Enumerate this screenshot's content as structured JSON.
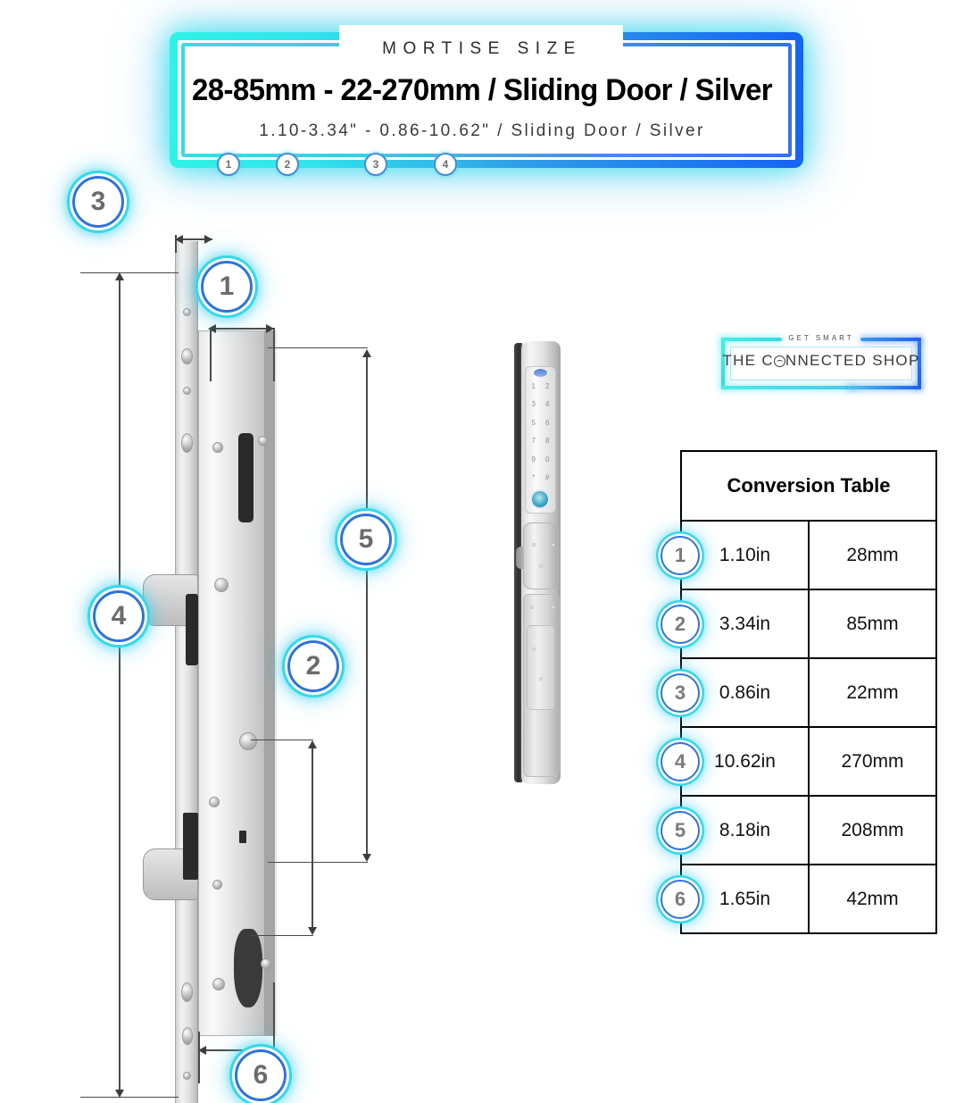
{
  "header": {
    "eyebrow": "MORTISE SIZE",
    "title": "28-85mm - 22-270mm / Sliding Door / Silver",
    "subtitle": "1.10-3.34\" - 0.86-10.62\" / Sliding Door / Silver",
    "badges": [
      "1",
      "2",
      "3",
      "4"
    ],
    "accent_cyan": "#2ff3e6",
    "accent_blue": "#1563f4"
  },
  "diagram": {
    "callouts": [
      "3",
      "1",
      "5",
      "4",
      "2",
      "6"
    ]
  },
  "device": {
    "keypad": [
      "1",
      "2",
      "3",
      "4",
      "5",
      "6",
      "7",
      "8",
      "9",
      "0",
      "*",
      "#"
    ]
  },
  "logo": {
    "eyebrow": "GET SMART",
    "name_before": "THE C",
    "name_after": "NNECTED SHOP"
  },
  "table": {
    "title": "Conversion Table",
    "rows": [
      {
        "badge": "1",
        "inches": "1.10in",
        "mm": "28mm"
      },
      {
        "badge": "2",
        "inches": "3.34in",
        "mm": "85mm"
      },
      {
        "badge": "3",
        "inches": "0.86in",
        "mm": "22mm"
      },
      {
        "badge": "4",
        "inches": "10.62in",
        "mm": "270mm"
      },
      {
        "badge": "5",
        "inches": "8.18in",
        "mm": "208mm"
      },
      {
        "badge": "6",
        "inches": "1.65in",
        "mm": "42mm"
      }
    ]
  }
}
